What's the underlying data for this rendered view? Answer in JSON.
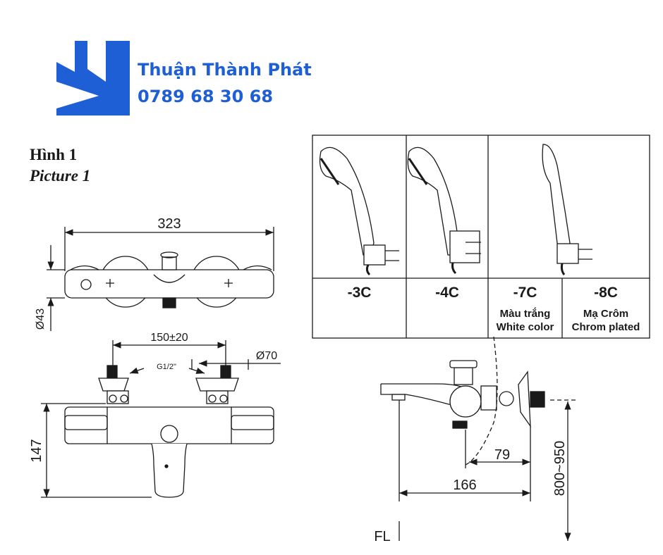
{
  "brand": {
    "name": "Thuận Thành Phát",
    "phone": "0789 68 30 68"
  },
  "figure": {
    "title": "Hình 1",
    "title_en": "Picture 1"
  },
  "dimensions": {
    "overall_width": "323",
    "body_diameter": "Ø43",
    "inlet_spacing": "150±20",
    "inlet_thread": "G1/2\"",
    "flange_diameter": "Ø70",
    "height": "147",
    "spout_offset": "79",
    "projection": "166",
    "mount_height": "800~950",
    "floor_level": "FL"
  },
  "variants": [
    {
      "code": "-3C",
      "desc_vi": "",
      "desc_en": ""
    },
    {
      "code": "-4C",
      "desc_vi": "",
      "desc_en": ""
    },
    {
      "code": "-7C",
      "desc_vi": "Màu trắng",
      "desc_en": "White color"
    },
    {
      "code": "-8C",
      "desc_vi": "Mạ Crôm",
      "desc_en": "Chrom plated"
    }
  ],
  "colors": {
    "brand_blue": "#1f5fd6",
    "line": "#1a1a1a"
  }
}
